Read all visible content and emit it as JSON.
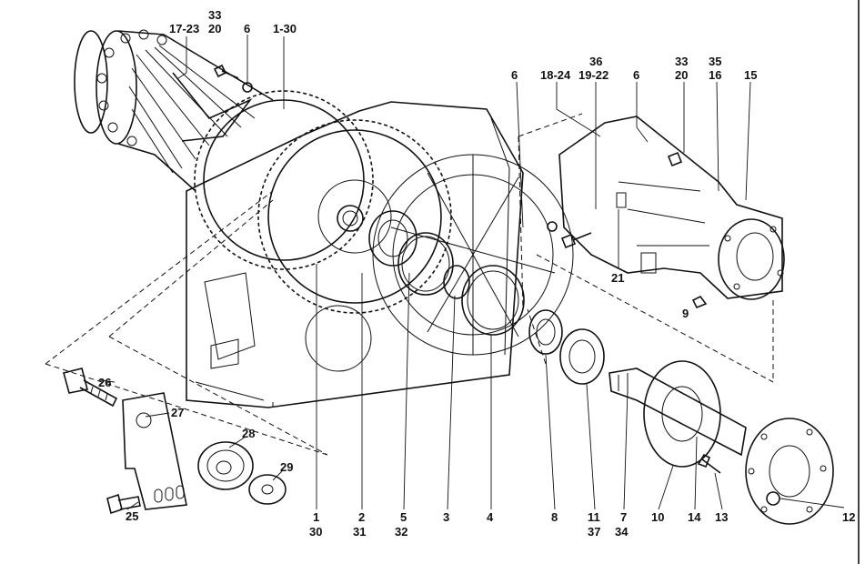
{
  "labels": {
    "l_17_23": "17-23",
    "l_33a": "33",
    "l_20a": "20",
    "l_6a": "6",
    "l_1_30": "1-30",
    "l_36": "36",
    "l_18_24": "18-24",
    "l_19_22": "19-22",
    "l_6b": "6",
    "l_6c": "6",
    "l_33b": "33",
    "l_20b": "20",
    "l_35": "35",
    "l_16": "16",
    "l_15": "15",
    "l_21": "21",
    "l_9": "9",
    "l_26": "26",
    "l_27": "27",
    "l_28": "28",
    "l_29": "29",
    "l_25": "25",
    "b_1": "1",
    "b_30": "30",
    "b_2": "2",
    "b_31": "31",
    "b_5": "5",
    "b_32": "32",
    "b_3": "3",
    "b_4": "4",
    "b_8": "8",
    "b_11": "11",
    "b_37": "37",
    "b_7": "7",
    "b_34": "34",
    "b_10": "10",
    "b_14": "14",
    "b_13": "13",
    "b_12": "12"
  }
}
